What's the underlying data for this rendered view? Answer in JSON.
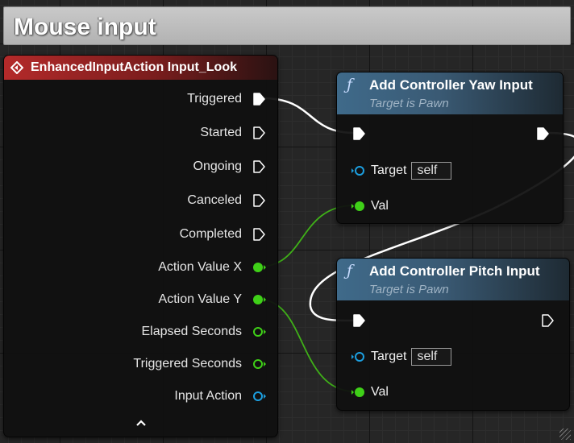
{
  "comment": {
    "title": "Mouse input"
  },
  "event_node": {
    "title": "EnhancedInputAction Input_Look",
    "outputs": {
      "triggered": "Triggered",
      "started": "Started",
      "ongoing": "Ongoing",
      "canceled": "Canceled",
      "completed": "Completed",
      "action_value_x": "Action Value X",
      "action_value_y": "Action Value Y",
      "elapsed_seconds": "Elapsed Seconds",
      "triggered_seconds": "Triggered Seconds",
      "input_action": "Input Action"
    },
    "collapse_icon": "chevron-up-icon"
  },
  "yaw_node": {
    "title": "Add Controller Yaw Input",
    "subtitle": "Target is Pawn",
    "target_label": "Target",
    "target_value": "self",
    "val_label": "Val"
  },
  "pitch_node": {
    "title": "Add Controller Pitch Input",
    "subtitle": "Target is Pawn",
    "target_label": "Target",
    "target_value": "self",
    "val_label": "Val"
  },
  "colors": {
    "exec_wire": "#ffffff",
    "float_pin": "#3fd018",
    "float_pin_dim": "#2f8a12",
    "object_pin": "#1c9fe0",
    "event_header": "#b42a2a",
    "function_header": "#3f6a8a"
  }
}
